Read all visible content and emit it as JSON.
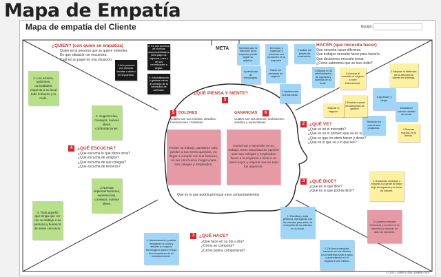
{
  "title": "Mapa de Empatía",
  "subtitle": "Mapa de empatía del Cliente",
  "equipo_label": "Equipo:",
  "quien": {
    "heading": "¿QUIEN? (con quien se empatiza)",
    "lines": [
      "Quien es la persona que se quiere entender.",
      "En que situación se encuentra.",
      "Cual es su papel en esa situacion."
    ]
  },
  "meta_label": "META",
  "hacer": {
    "heading": "HACER (que necesita hacer)",
    "lines": [
      "Que necesita hacer diferente.",
      "Que trabajos necesita hacer para hacerlo.",
      "Que decisiones necesita tomar.",
      "¿Cómo sabremos que se tuvo éxito?"
    ]
  },
  "piensa": {
    "heading": "¿QUÉ PIENSA Y SIENTE?",
    "num": "5"
  },
  "dolores": {
    "num": "5",
    "label": "DOLORES",
    "text": "Cuales son sus miedos, desafios, frustraciones, molestias."
  },
  "ganancias": {
    "num": "6",
    "label": "GANANCIAS",
    "text": "Cuales son sus deseos, ambiciones, anhelos y expectativas."
  },
  "ve": {
    "num": "2",
    "heading": "¿QUÉ VE?",
    "lines": [
      "¿Que ve en el mercado?",
      "¿Que ve en lo primero que ve en su ambiente?",
      "¿Que ve que los otros hacen y dicen?",
      "¿Que es lo que ve y lo que lee?"
    ]
  },
  "escucha": {
    "num": "4",
    "heading": "¿QUÉ ESCUCHA?",
    "lines": [
      "¿Que escucha lo que dicen otros?",
      "¿Que escucha de amigos?",
      "¿Que escucha de sus colegas?",
      "¿Que escucha de terceros?"
    ]
  },
  "dice": {
    "num": "3",
    "heading": "¿QUÉ DICE?",
    "lines": [
      "¿Que es lo que dice?",
      "¿Que es lo que podría decir?"
    ]
  },
  "hace": {
    "num": "3",
    "heading": "¿QUÉ HACE?",
    "lines": [
      "¿Que hace en su día a día?",
      "¿Cómo se comporta?",
      "¿Cómo podría comportarse?"
    ]
  },
  "provocar": "Que es lo que podría provocar esos comportamientos",
  "footer": "© 2017 Dave Gray, xplane.com",
  "notes": {
    "green1": "1. Los errores, opiniones, curiosidades, respecto a su local todo lo bueno y lo malo.",
    "green2": "2. Sugerencias, consejos, nuevas ideas, confrontaciones.",
    "green3": "3.Nuevas implementaciones, experiencias, consejos, nuevas ideas.",
    "green4": "4. Todo aquello que tenga que ver con su trabajo o su persona y buena fe de seres cercanos.",
    "black1": "1.Una persona con muchas deudas o dinero de impuestos.",
    "black2": "2. Es una dueño/a de muchas responsabilidades, para pago de ingresos, para o de sus necesidades a seguir.",
    "black3": "3. Administración y gestora menor al consejo de la necesidad de actividad.",
    "blue_meta1": "Necesita que la dirección de la empresa pueda lograr su objetivo.",
    "blue_meta2": "Dirección y organizar y procesos con reuniones en la empresa.",
    "blue_meta3": "Facilitar los planes de evaluación.",
    "blue_meta4": "Aprendizaje de tecnologías.",
    "blue_meta5": "Hacer los procesos de negocio.",
    "blue_r1": "1.Mejorar en la administración de ingresos y sueldos de su local.",
    "blue_r2": "1.Implementar nuevas ideas.",
    "blue_r3": "2.Aprender y dirigir.",
    "blue_c1": "Teniendo en cuenta sus productos.",
    "blue_c2": "Establecer nuevos canales de venta.",
    "yellow_r1": "1.Mejorar la eficiencia de la atención al cliente en la tienda.",
    "yellow_r2": "2.Mostrar nuevas herramientas de gestión.",
    "yellow_r3": "3.Acercar al mercado el negocio a nivel internacional.",
    "yellow_r4": "4.Nuevas marcas en la tienda.",
    "yellow_r5": "Mejorar el negocio.",
    "pink_dolores": "Perder su trabajo, quedarse solo, perder a sus seres queridos, no llegar a cumplir con sus facturas, no ser una buena imagen para sus colegas y empleados.",
    "pink_ganancias": "Conservar y ascender en su trabajo, tener autoridad de opinión ante sus colegas y empleados llevar a la empresa o local a un nivel mayor y mejorar sus en todo los aspectos.",
    "yellow_dice1": "1. Buscando contratar o mejorar a la gente al mejor flujo de ingresos y la toma de valores.",
    "pink_dice2": "3.Quisiera mejorar eficiencia y confort en la atención y mejorar su afán de clientela.",
    "blue_hace1": "1. Administración positiva mejorando su local y ampliar su negocio tecnológicos para el mejor funcionamiento de su establecimiento.",
    "blue_hace2": "1. Planifica o trata gestiona, manejando con los clientes para saber la recepción de los clientes en su local.",
    "blue_hace3": "2. De forma tranquila, haciendo en los clientes los problemas sean a paso y aprendiendo en el negocio e a tu mismo."
  }
}
